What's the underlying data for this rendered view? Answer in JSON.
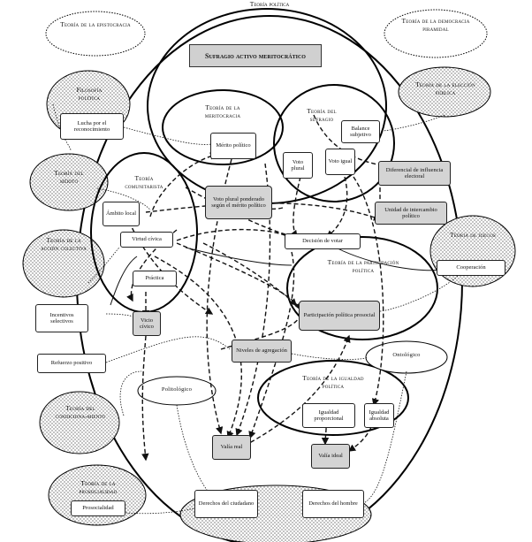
{
  "diagram": {
    "outer_title": "Teoría política",
    "central_title": "Sufragio activo meritocrático",
    "theories": {
      "epistocracia": "Teoría de la epistocracia",
      "democracia_piramidal": "Teoría de la democracia piramidal",
      "filosofia_politica": "Filosofía política",
      "eleccion_publica": "Teoría de la elección pública",
      "merito": "Teoría del mérito",
      "accion_colectiva": "Teoría de la acción colectiva",
      "juegos": "Teoría de juegos",
      "condicionamiento": "Teoría del condiciona-miento",
      "prosocialidad": "Teoría de la prosocialidad",
      "meritocracia": "Teoría de la meritocracia",
      "sufragio": "Teoría del sufragio",
      "comunitarista": "Teoría comunitarista",
      "participacion": "Teoría de la participación política",
      "igualdad": "Teoría de la igualdad política"
    },
    "nodes": {
      "lucha": "Lucha por el reconocimiento",
      "balance": "Balance subjetivo",
      "merito_politico": "Mérito político",
      "voto_plural": "Voto plural",
      "voto_igual": "Voto igual",
      "diferencial": "Diferencial de influencia electoral",
      "unidad": "Unidad de intercambio político",
      "voto_ponderado": "Voto plural ponderado según el mérito político",
      "ambito": "Ámbito local",
      "virtud": "Virtud cívica",
      "decision": "Decisión de votar",
      "cooperacion": "Cooperación",
      "practica": "Práctica",
      "incentivos": "Incentivos selectivos",
      "vicio": "Vicio cívico",
      "participacion_prosocial": "Participación política prosocial",
      "niveles": "Niveles de agregación",
      "refuerzo": "Refuerzo positivo",
      "ontologico": "Ontológico",
      "politologico": "Politológico",
      "igualdad_proporcional": "Igualdad proporcional",
      "igualdad_absoluta": "Igualdad absoluta",
      "valia_real": "Valía real",
      "valia_ideal": "Valía ideal",
      "prosocialidad": "Prosocialidad",
      "derechos_ciudadano": "Derechos del ciudadano",
      "derechos_hombre": "Derechos del hombre"
    }
  }
}
